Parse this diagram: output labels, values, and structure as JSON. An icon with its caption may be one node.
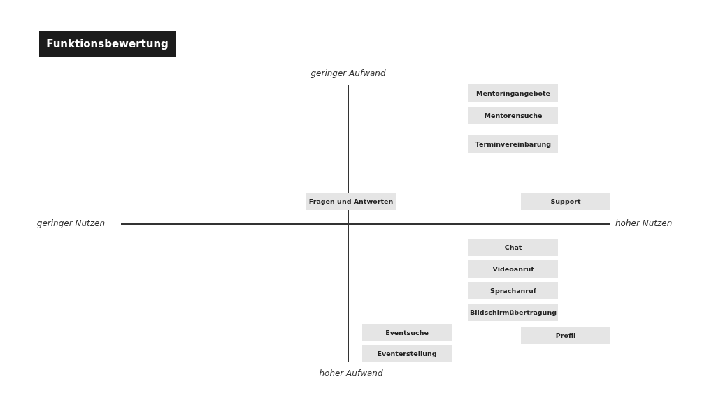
{
  "diagram": {
    "title": "Funktionsbewertung",
    "nodes": [
      {
        "text": [
          "Mentoringangebote"
        ]
      },
      {
        "text": [
          "Mentorensuche"
        ]
      },
      {
        "text": [
          "Terminvereinbarung"
        ]
      },
      {
        "text": [
          "Fragen und Antworten"
        ]
      },
      {
        "text": [
          "Support"
        ]
      },
      {
        "text": [
          "Chat"
        ]
      },
      {
        "text": [
          "Videoanruf"
        ]
      },
      {
        "text": [
          "Sprachanruf"
        ]
      },
      {
        "text": [
          "Bildschirmübertragung"
        ]
      },
      {
        "text": [
          "Eventsuche"
        ]
      },
      {
        "text": [
          "Profil"
        ]
      },
      {
        "text": [
          "Eventerstellung"
        ]
      }
    ],
    "labels": [
      "geringer Aufwand",
      "geringer Nutzen",
      "hoher Nutzen",
      "hoher Aufwand"
    ]
  }
}
